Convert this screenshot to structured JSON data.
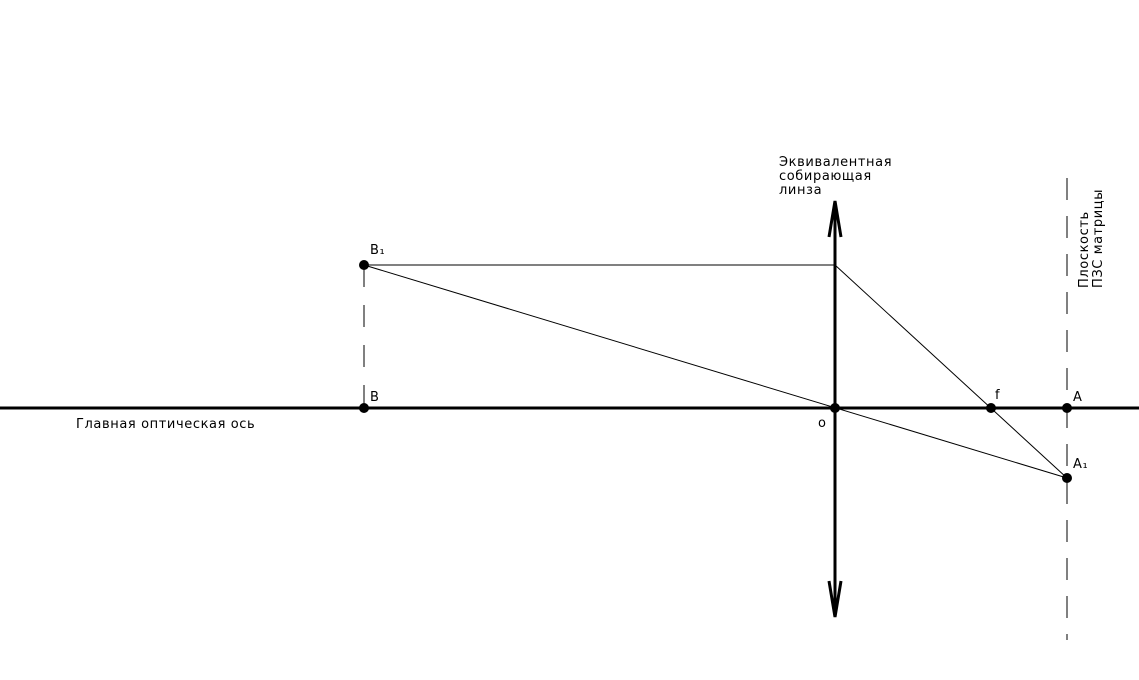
{
  "labels": {
    "lens_line1": "Эквивалентная",
    "lens_line2": "собирающая",
    "lens_line3": "линза",
    "plane_line1": "Плоскость",
    "plane_line2": "ПЗС матрицы",
    "axis": "Главная оптическая ось",
    "point_b1": "B₁",
    "point_b": "B",
    "point_o": "o",
    "point_f": "f",
    "point_a": "A",
    "point_a1": "A₁"
  },
  "colors": {
    "ink": "#000000",
    "background": "#ffffff"
  }
}
